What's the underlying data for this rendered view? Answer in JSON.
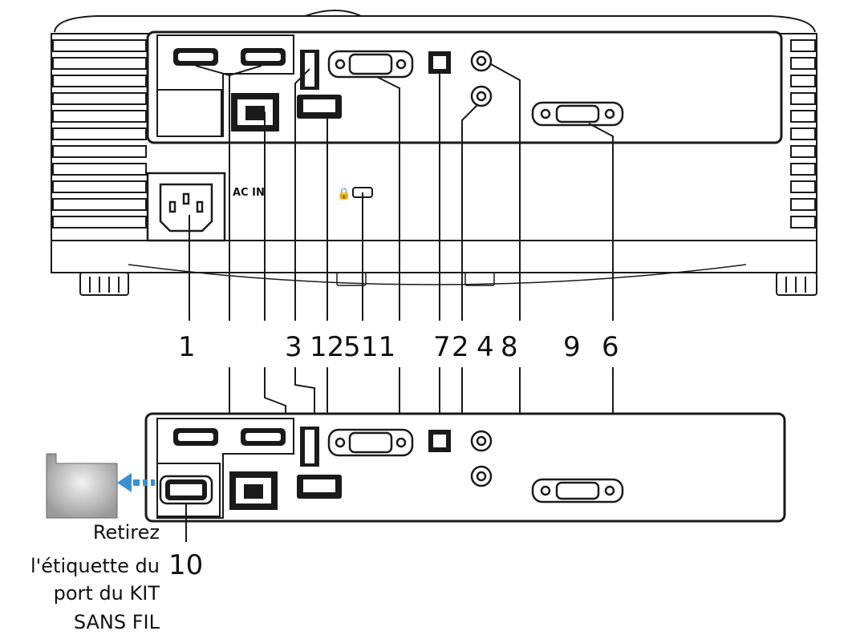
{
  "callout_numbers": {
    "n1": "1",
    "n3": "3",
    "n12": "12",
    "n5": "5",
    "n11": "11",
    "n7": "7",
    "n2": "2",
    "n4": "4",
    "n8": "8",
    "n9": "9",
    "n6": "6",
    "n10": "10"
  },
  "labels": {
    "ac_in": "AC IN",
    "remove_label": [
      "Retirez",
      "l'étiquette du",
      "port du KIT",
      "SANS FIL"
    ]
  },
  "colors": {
    "line": "#1a1a1a",
    "panel": "#ffffff",
    "arrow": "#3a8fd0",
    "wireless_kit_fill": "#b5b5b5"
  }
}
